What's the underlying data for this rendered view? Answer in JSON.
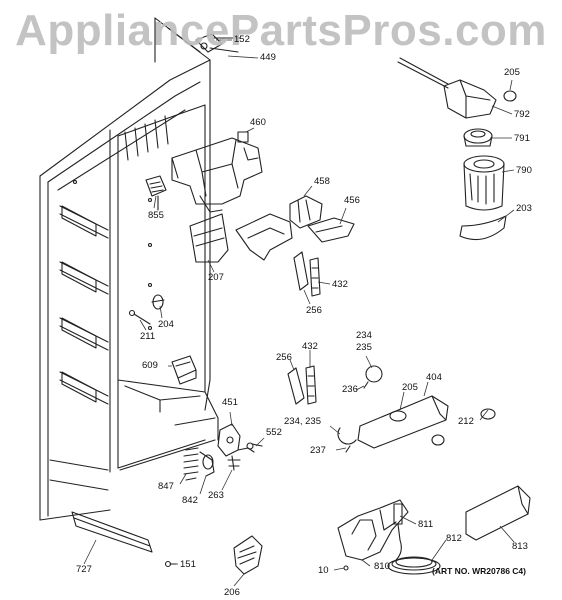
{
  "watermark": "AppliancePartsPros.com",
  "art_number": "(ART NO. WR20786 C4)",
  "callouts": {
    "c_152": "152",
    "c_449": "449",
    "c_460": "460",
    "c_855": "855",
    "c_207": "207",
    "c_458": "458",
    "c_456": "456",
    "c_432a": "432",
    "c_256a": "256",
    "c_205a": "205",
    "c_792": "792",
    "c_791": "791",
    "c_790": "790",
    "c_203": "203",
    "c_204": "204",
    "c_211": "211",
    "c_609": "609",
    "c_234a": "234",
    "c_235a": "235",
    "c_256b": "256",
    "c_432b": "432",
    "c_236": "236",
    "c_205b": "205",
    "c_404": "404",
    "c_451": "451",
    "c_552": "552",
    "c_234_235": "234, 235",
    "c_212": "212",
    "c_237": "237",
    "c_847": "847",
    "c_842": "842",
    "c_263": "263",
    "c_811": "811",
    "c_812": "812",
    "c_813": "813",
    "c_727": "727",
    "c_151": "151",
    "c_206": "206",
    "c_10": "10",
    "c_810": "810"
  }
}
